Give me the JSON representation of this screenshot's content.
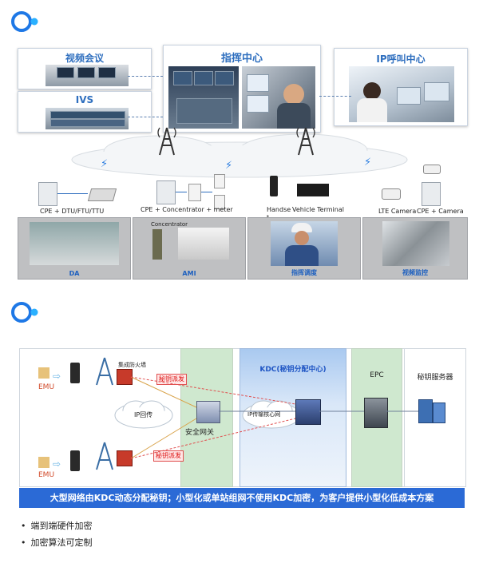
{
  "diagram1": {
    "top_cards": {
      "video_conference": "视频会议",
      "ivs": "IVS",
      "command_center": "指挥中心",
      "ip_call_center": "IP呼叫中心"
    },
    "devices": {
      "cpe_dtu": "CPE + DTU/FTU/TTU",
      "cpe_concentrator": "CPE + Concentrator + meter",
      "handset": "Handse\nt",
      "vehicle_terminal": "Vehicle Terminal",
      "lte_camera": "LTE Camera",
      "cpe_camera": "CPE + Camera"
    },
    "panels": {
      "da": "DA",
      "ami": "AMI",
      "ami_concentrator": "Concentrator",
      "dispatch": "指挥调度",
      "video_monitor": "视频监控"
    }
  },
  "diagram2": {
    "emu_top": "EMU",
    "emu_bottom": "EMU",
    "firewall": "集成防火墙",
    "key_dispatch_top": "秘钥派发",
    "key_dispatch_bottom": "秘钥派发",
    "ip_backhaul": "IP回传",
    "security_gateway": "安全网关",
    "kdc": "KDC(秘钥分配中心)",
    "ip_core": "IP传输核心网",
    "epc": "EPC",
    "key_server": "秘钥服务器"
  },
  "banner": "大型网络由KDC动态分配秘钥；小型化或单站组网不使用KDC加密，为客户提供小型化低成本方案",
  "bullets": [
    "端到端硬件加密",
    "加密算法可定制"
  ],
  "colors": {
    "brand_blue": "#2b6ad6",
    "title_blue": "#2f6fbf",
    "zone_green": "#cfe8cf",
    "alert_red": "#e05050"
  }
}
